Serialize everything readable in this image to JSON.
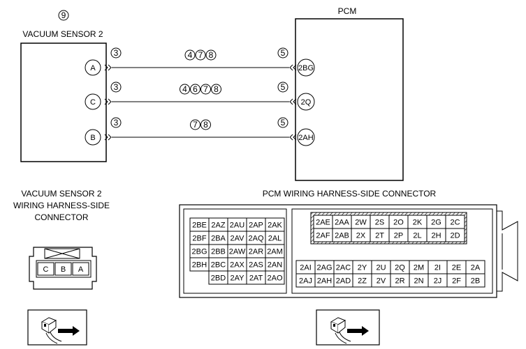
{
  "sensor": {
    "ref_number": "9",
    "title": "VACUUM SENSOR 2",
    "pins": [
      "A",
      "C",
      "B"
    ],
    "conn_title_lines": [
      "VACUUM SENSOR 2",
      "WIRING HARNESS-SIDE",
      "CONNECTOR"
    ],
    "connector_pins": [
      "C",
      "B",
      "A"
    ]
  },
  "pcm": {
    "title": "PCM",
    "pins": [
      "2BG",
      "2Q",
      "2AH"
    ],
    "conn_title": "PCM WIRING HARNESS-SIDE CONNECTOR"
  },
  "wires": [
    {
      "left_ref": "3",
      "right_ref": "5",
      "refs": [
        "4",
        "7",
        "8"
      ]
    },
    {
      "left_ref": "3",
      "right_ref": "5",
      "refs": [
        "4",
        "6",
        "7",
        "8"
      ]
    },
    {
      "left_ref": "3",
      "right_ref": "5",
      "refs": [
        "7",
        "8"
      ]
    }
  ],
  "pcm_connector": {
    "left_block": [
      [
        "2BE",
        "2AZ",
        "2AU",
        "2AP",
        "2AK"
      ],
      [
        "2BF",
        "2BA",
        "2AV",
        "2AQ",
        "2AL"
      ],
      [
        "2BG",
        "2BB",
        "2AW",
        "2AR",
        "2AM"
      ],
      [
        "2BH",
        "2BC",
        "2AX",
        "2AS",
        "2AN"
      ],
      [
        "",
        "2BD",
        "2AY",
        "2AT",
        "2AO"
      ]
    ],
    "top_right_block": [
      [
        "2AE",
        "2AA",
        "2W",
        "2S",
        "2O",
        "2K",
        "2G",
        "2C"
      ],
      [
        "2AF",
        "2AB",
        "2X",
        "2T",
        "2P",
        "2L",
        "2H",
        "2D"
      ]
    ],
    "bottom_right_block": [
      [
        "2AI",
        "2AG",
        "2AC",
        "2Y",
        "2U",
        "2Q",
        "2M",
        "2I",
        "2E",
        "2A"
      ],
      [
        "2AJ",
        "2AH",
        "2AD",
        "2Z",
        "2V",
        "2R",
        "2N",
        "2J",
        "2F",
        "2B"
      ]
    ]
  },
  "icons": {
    "sensor_connector_view": "connector-view-icon",
    "pcm_connector_view": "connector-view-icon"
  }
}
